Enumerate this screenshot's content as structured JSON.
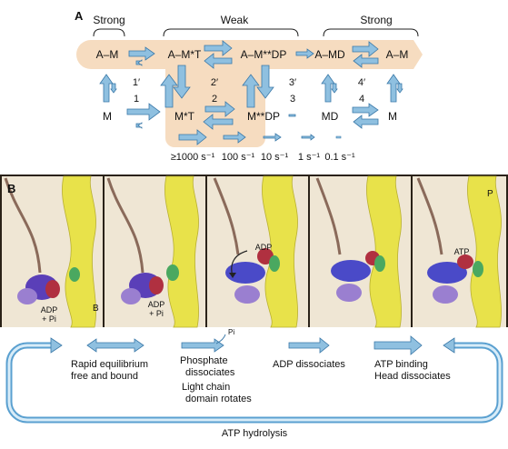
{
  "panel_a": {
    "label": "A",
    "brackets": {
      "strong_left": "Strong",
      "weak": "Weak",
      "strong_right": "Strong"
    },
    "top_states": [
      "A–M",
      "A–M*T",
      "A–M**DP",
      "A–MD",
      "A–M"
    ],
    "bottom_states": [
      "M",
      "M*T",
      "M**DP",
      "MD",
      "M"
    ],
    "step_labels_primed": [
      "1′",
      "2′",
      "3′",
      "4′"
    ],
    "step_labels": [
      "1",
      "2",
      "3",
      "4"
    ],
    "rate_legend": [
      "≥1000 s⁻¹",
      "100 s⁻¹",
      "10 s⁻¹",
      "1 s⁻¹",
      "0.1 s⁻¹"
    ],
    "colors": {
      "highlight": "#f6dcc0",
      "arrow_fill": "#8fc0e0",
      "arrow_stroke": "#3a78a8"
    }
  },
  "panel_b": {
    "label": "B",
    "filament_labels": {
      "top": "P",
      "bottom": "B"
    },
    "frame_labels": [
      "",
      "",
      "ADP",
      "",
      "ATP"
    ],
    "frame_bottom_labels": [
      "ADP\n+ Pi",
      "ADP\n+ Pi",
      "",
      "",
      ""
    ],
    "pi_label": "Pi",
    "captions": [
      [
        "Rapid equilibrium",
        "free and bound"
      ],
      [
        "Phosphate",
        "dissociates",
        "Light chain",
        "domain rotates"
      ],
      [
        "ADP dissociates"
      ],
      [
        "ATP binding",
        "Head dissociates"
      ]
    ],
    "cycle_label": "ATP hydrolysis",
    "colors": {
      "actin": "#e8e24a",
      "myosin_head": "#5a3fb8",
      "lever": "#9a7fd0",
      "nucleotide": "#b03040",
      "light_chain": "#4aa860",
      "cycle": "#5aa0d0"
    }
  }
}
